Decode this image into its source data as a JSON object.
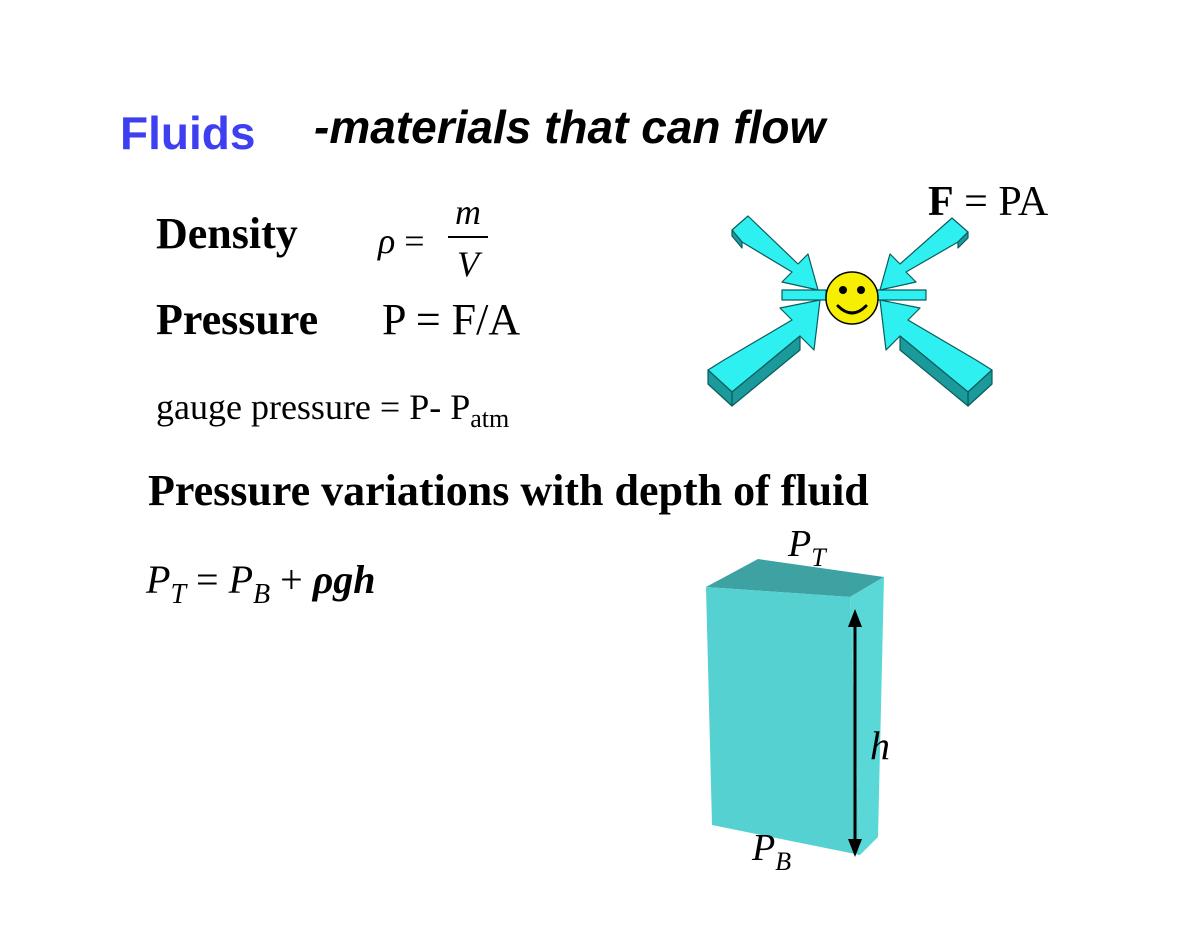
{
  "title": {
    "main": "Fluids",
    "subtitle": "-materials that can flow"
  },
  "density": {
    "label": "Density",
    "symbol": "ρ",
    "equals": "=",
    "numerator": "m",
    "denominator": "V"
  },
  "pressure": {
    "label": "Pressure",
    "formula": "P = F/A"
  },
  "gauge": {
    "text": "gauge pressure = P- P",
    "subscript": "atm"
  },
  "force": {
    "bold": "F",
    "rest": " = PA"
  },
  "depth": {
    "heading": "Pressure variations with depth of fluid",
    "p": "P",
    "sub_t": "T",
    "sub_b": "B",
    "eq": " = ",
    "plus": " + ",
    "rhogh": "ρgh"
  },
  "diagram": {
    "top_label_letter": "P",
    "top_label_sub": "T",
    "bottom_label_letter": "P",
    "bottom_label_sub": "B",
    "height_label": "h"
  },
  "colors": {
    "title_blue": "#3f3ff2",
    "arrow_cyan": "#2ff0f0",
    "arrow_dark": "#1a9a9a",
    "smiley_yellow": "#f6f000",
    "block_face": "#55d1d1",
    "block_top": "#3fa2a2",
    "block_side": "#5ad8d8"
  },
  "icons": [
    "inward-arrows-icon",
    "smiley-face-icon",
    "fluid-column-icon",
    "double-arrow-icon"
  ]
}
